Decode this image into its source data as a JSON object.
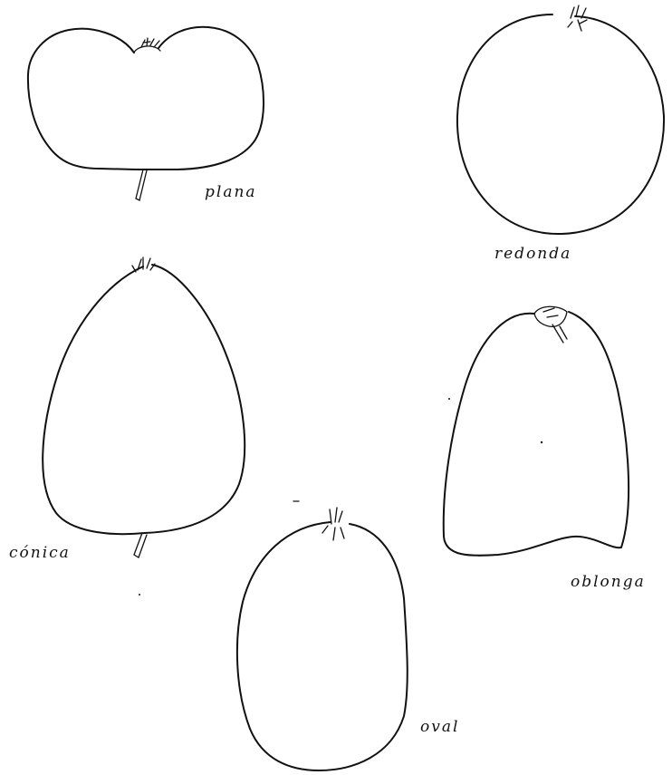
{
  "shapes": [
    {
      "id": "plana",
      "label": "plana"
    },
    {
      "id": "redonda",
      "label": "redonda"
    },
    {
      "id": "conica",
      "label": "cónica"
    },
    {
      "id": "oblonga",
      "label": "oblonga"
    },
    {
      "id": "oval",
      "label": "oval"
    }
  ]
}
